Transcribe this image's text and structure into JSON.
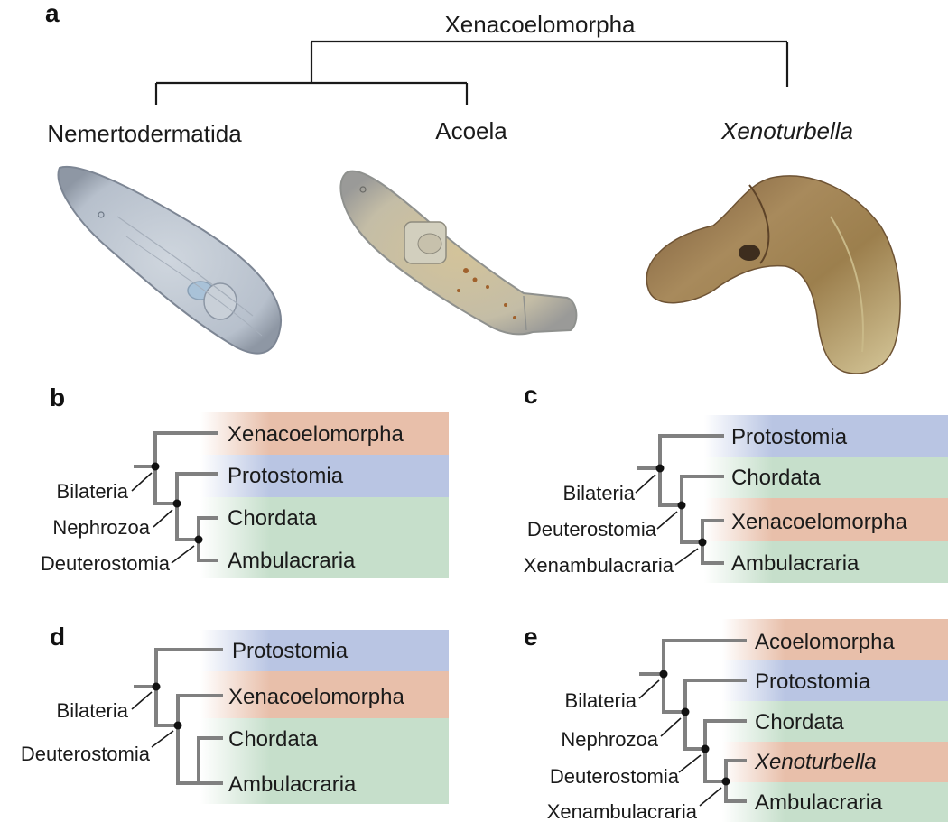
{
  "colors": {
    "xenacoelomorph": "#e8bfaa",
    "protostome": "#b9c5e3",
    "deuterostome": "#c6dfcb",
    "branch": "#808080",
    "node": "#111111"
  },
  "panel_a": {
    "letter": "a",
    "clade": "Xenacoelomorpha",
    "taxa": [
      "Nemertodermatida",
      "Acoela",
      "Xenoturbella"
    ]
  },
  "panel_b": {
    "letter": "b",
    "tips": [
      "Xenacoelomorpha",
      "Protostomia",
      "Chordata",
      "Ambulacraria"
    ],
    "nodes": [
      "Bilateria",
      "Nephrozoa",
      "Deuterostomia"
    ]
  },
  "panel_c": {
    "letter": "c",
    "tips": [
      "Protostomia",
      "Chordata",
      "Xenacoelomorpha",
      "Ambulacraria"
    ],
    "nodes": [
      "Bilateria",
      "Deuterostomia",
      "Xenambulacraria"
    ]
  },
  "panel_d": {
    "letter": "d",
    "tips": [
      "Protostomia",
      "Xenacoelomorpha",
      "Chordata",
      "Ambulacraria"
    ],
    "nodes": [
      "Bilateria",
      "Deuterostomia"
    ]
  },
  "panel_e": {
    "letter": "e",
    "tips": [
      "Acoelomorpha",
      "Protostomia",
      "Chordata",
      "Xenoturbella",
      "Ambulacraria"
    ],
    "nodes": [
      "Bilateria",
      "Nephrozoa",
      "Deuterostomia",
      "Xenambulacraria"
    ]
  }
}
